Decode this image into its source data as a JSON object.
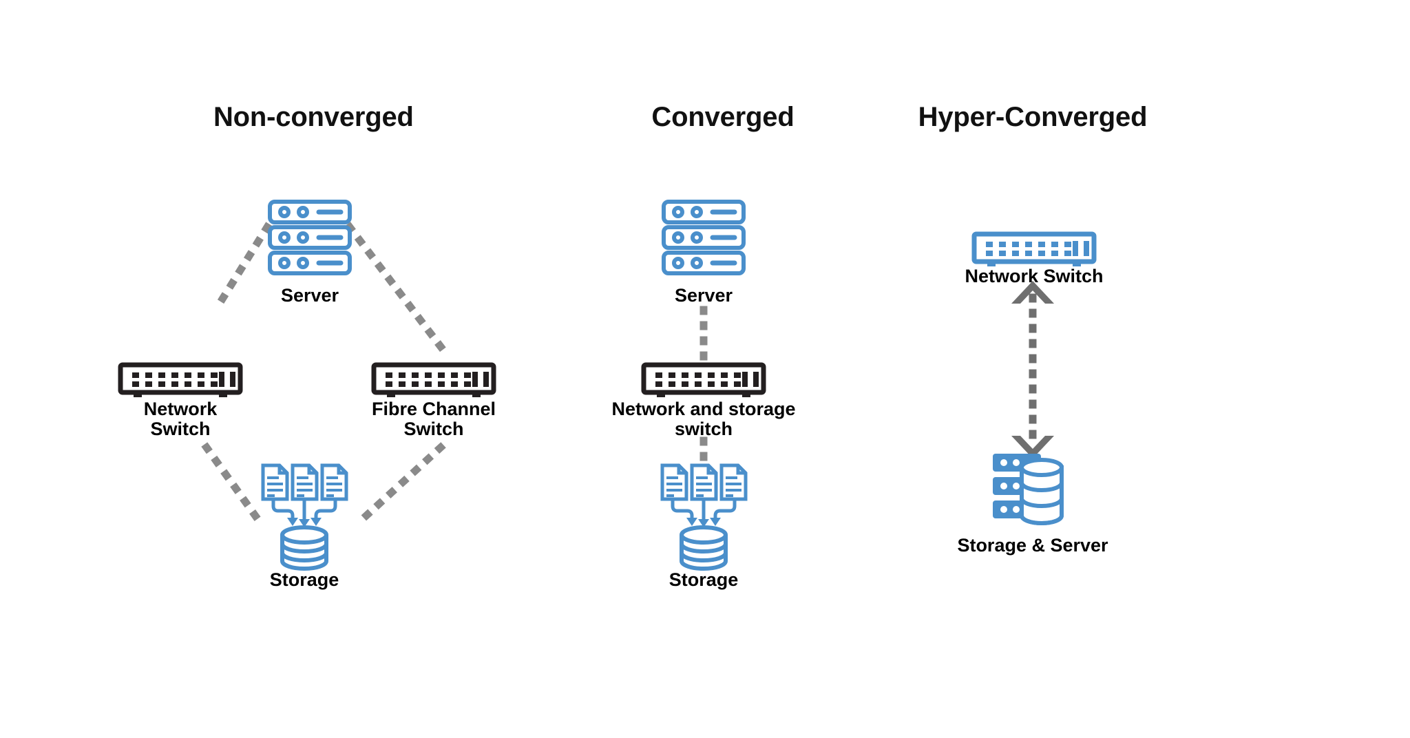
{
  "diagram": {
    "title_row": [
      {
        "id": "non-converged",
        "label": "Non-converged"
      },
      {
        "id": "converged",
        "label": "Converged"
      },
      {
        "id": "hyper-converged",
        "label": "Hyper-Converged"
      }
    ],
    "colors": {
      "blue": "#4a8fcb",
      "black": "#231f20",
      "gray_dot": "#8a8a8a",
      "text": "#000000",
      "background": "#ffffff"
    },
    "columns": [
      {
        "id": "non-converged",
        "title": "Non-converged",
        "nodes": [
          {
            "id": "nc-server",
            "icon": "server-rack-icon",
            "label": "Server",
            "style": "blue-outline"
          },
          {
            "id": "nc-network-switch",
            "icon": "network-switch-icon",
            "label": "Network\nSwitch",
            "label_line1": "Network",
            "label_line2": "Switch",
            "style": "black"
          },
          {
            "id": "nc-fibre-switch",
            "icon": "network-switch-icon",
            "label": "Fibre Channel\nSwitch",
            "label_line1": "Fibre Channel",
            "label_line2": "Switch",
            "style": "black"
          },
          {
            "id": "nc-storage",
            "icon": "database-documents-icon",
            "label": "Storage",
            "style": "blue-outline"
          }
        ],
        "connectors": [
          {
            "id": "nc-server-to-network-switch",
            "type": "dotted-line",
            "direction": "none"
          },
          {
            "id": "nc-server-to-fibre-switch",
            "type": "dotted-line",
            "direction": "none"
          },
          {
            "id": "nc-network-switch-to-storage",
            "type": "dotted-line",
            "direction": "none"
          },
          {
            "id": "nc-fibre-switch-to-storage",
            "type": "dotted-line",
            "direction": "none"
          }
        ]
      },
      {
        "id": "converged",
        "title": "Converged",
        "nodes": [
          {
            "id": "c-server",
            "icon": "server-rack-icon",
            "label": "Server",
            "style": "blue-outline"
          },
          {
            "id": "c-switch",
            "icon": "network-switch-icon",
            "label": "Network and storage\nswitch",
            "label_line1": "Network and storage",
            "label_line2": "switch",
            "style": "black"
          },
          {
            "id": "c-storage",
            "icon": "database-documents-icon",
            "label": "Storage",
            "style": "blue-outline"
          }
        ],
        "connectors": [
          {
            "id": "c-server-to-switch",
            "type": "dotted-line",
            "direction": "none"
          },
          {
            "id": "c-switch-to-storage",
            "type": "dotted-line",
            "direction": "none"
          }
        ]
      },
      {
        "id": "hyper-converged",
        "title": "Hyper-Converged",
        "nodes": [
          {
            "id": "hc-network-switch",
            "icon": "network-switch-icon",
            "label": "Network Switch",
            "style": "blue-filled"
          },
          {
            "id": "hc-storage-server",
            "icon": "database-server-combined-icon",
            "label": "Storage & Server",
            "style": "blue-filled"
          }
        ],
        "connectors": [
          {
            "id": "hc-switch-to-storage-server",
            "type": "dotted-arrow",
            "direction": "bidirectional"
          }
        ]
      }
    ]
  }
}
